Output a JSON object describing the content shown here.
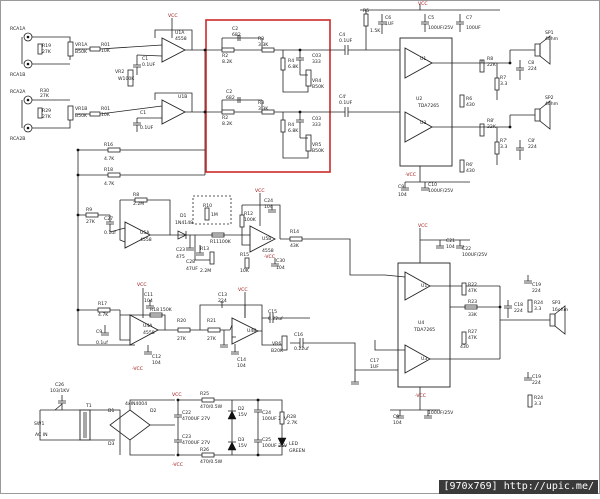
{
  "footer": {
    "resolution": "[970x769]",
    "url": "http://upic.me/"
  },
  "labels": {
    "rca1a": "RCA1A",
    "rca1b": "RCA1B",
    "rca2a": "RCA2A",
    "rca2b": "RCA2B",
    "r19": "R19",
    "r19v": "27K",
    "r20": "R20",
    "r20v": "27K",
    "r29": "R29",
    "r29v": "27K",
    "r30": "R30",
    "r30v": "27K",
    "vr1a": "VR1A",
    "vr1av": "B50K",
    "vr1b": "VR1B",
    "vr1bv": "B50K",
    "r01": "R01",
    "r01v": "10K",
    "r01b": "R01",
    "r01bv": "10K",
    "c1": "C1",
    "c1v": "0.1UF",
    "c1b": "C1",
    "c1bv": "0.1UF",
    "vr2": "VR2",
    "vr2v": "W100K",
    "u1a": "U1A",
    "u1av": "4558",
    "u1b": "U1B",
    "r16": "R16",
    "r16v": "4.7K",
    "r18": "R18",
    "r18v": "4.7K",
    "c2": "C2",
    "c2v": "682",
    "r2": "R2",
    "r2v": "8.2K",
    "r3": "R3",
    "r3v": "3.3K",
    "r4": "R4",
    "r4v": "6.8K",
    "c03": "C03",
    "c03v": "333",
    "vr4": "VR4",
    "vr4v": "B50K",
    "vr5": "VR5",
    "vr5v": "B50K",
    "c4": "C4",
    "c4v": "0.1UF",
    "c4b": "C4'",
    "c4bv": "0.1UF",
    "r5": "R5",
    "r5v": "1.5K",
    "c6": "C6",
    "c6v": "1UF",
    "c5": "C5",
    "c5v": "100UF/25V",
    "c7": "C7",
    "c7v": "100UF",
    "u1": "U1",
    "u2": "U2",
    "u2v": "TDA7265",
    "u3": "U3",
    "r8": "R8",
    "r8v": "22K",
    "r7": "R7",
    "r7v": "3.3",
    "r6": "R6",
    "r6v": "430",
    "c8": "C8",
    "c8v": "224",
    "r8b": "R8'",
    "r7b": "R7'",
    "r6b": "R6'",
    "c8b": "C8'",
    "c9": "C9",
    "c9v": "104",
    "c10": "C10",
    "c10v": "100UF/25V",
    "sp1": "SP1",
    "sp1v": "4ohm",
    "sp2": "SP2",
    "sp2v": "4ohm",
    "sp3": "SP3",
    "sp3v": "16ohm",
    "vcc": "VCC",
    "mvcc": "-VCC",
    "r9": "R9",
    "r9v": "27K",
    "c27": "C27",
    "c27v": "0.1uf",
    "r8c": "R8",
    "r8cv": "2.2M",
    "d1": "D1",
    "d1v": "1N4148",
    "u5a": "U5A",
    "u5av": "4558",
    "r10": "R10",
    "r10v": "1M",
    "r11": "R11",
    "r11v": "100K",
    "r12": "R12",
    "r12v": "100K",
    "c23": "C23",
    "c23v": "475",
    "c28": "C28",
    "c28v": "47UF",
    "r13": "R13",
    "r13v": "2.2M",
    "u5b": "U5B",
    "u5bv": "4558",
    "r15": "R15",
    "r15v": "10K",
    "c30": "C30",
    "c30v": "104",
    "c24": "C24",
    "c24v": "104",
    "r14": "R14",
    "r14v": "43K",
    "c21": "C21",
    "c21v": "104",
    "c22": "C22",
    "c22v": "100UF/25V",
    "r22": "R22",
    "r22v": "47K",
    "r23": "R23",
    "r23v": "33K",
    "c18": "C18",
    "c18v": "224",
    "c19": "C19",
    "c19v": "224",
    "r24": "R24",
    "r24v": "3.3",
    "u4": "U4",
    "u4v": "TDA7265",
    "r27": "R27",
    "r27v": "430",
    "r17": "R17",
    "r17v": "4.7K",
    "c9b": "C9",
    "c9bv": "0.1uf",
    "c11": "C11",
    "c11v": "104",
    "r18c": "R18",
    "r18cv": "150K",
    "r20c": "R20",
    "r20cv": "27K",
    "r21": "R21",
    "r21v": "27K",
    "c13": "C13",
    "c13v": "224",
    "u6a": "U4A",
    "u6av": "4558",
    "u6b": "U4B",
    "c12": "C12",
    "c12v": "104",
    "c14": "C14",
    "c14v": "104",
    "c15": "C15",
    "c15v": "0.22uf",
    "c16": "C16",
    "c16v": "0.22uf",
    "vr6": "VR6",
    "vr6v": "B20K",
    "c17": "C17",
    "c17v": "1UF",
    "c25": "C25",
    "c25v": "104",
    "c26": "C26",
    "c26v": "103/1KV",
    "sw1": "SW1",
    "acin": "AC IN",
    "t1": "T1",
    "d4": "4xIN4004",
    "r25": "R25",
    "r25v": "470/0.5W",
    "r26": "R26",
    "r26v": "470/0.5W",
    "c22p": "C22",
    "c22pv": "4700UF 27V",
    "c23p": "C23",
    "c23pv": "4700UF 27V",
    "d2": "D2",
    "d2v": "15V",
    "d3": "D3",
    "d3v": "15V",
    "c24p": "C24",
    "c24pv": "100UF 25V",
    "c25p": "C25",
    "c25pv": "100UF 25V",
    "r28": "R28",
    "r28v": "2.7K",
    "led": "LED",
    "ledv": "GREEN"
  },
  "colors": {
    "wire": "#222222",
    "highlight": "#cc2a2a",
    "accent": "#1a3aa8",
    "vcc": "#a01010",
    "footer_bg": "#3a3a3a"
  }
}
